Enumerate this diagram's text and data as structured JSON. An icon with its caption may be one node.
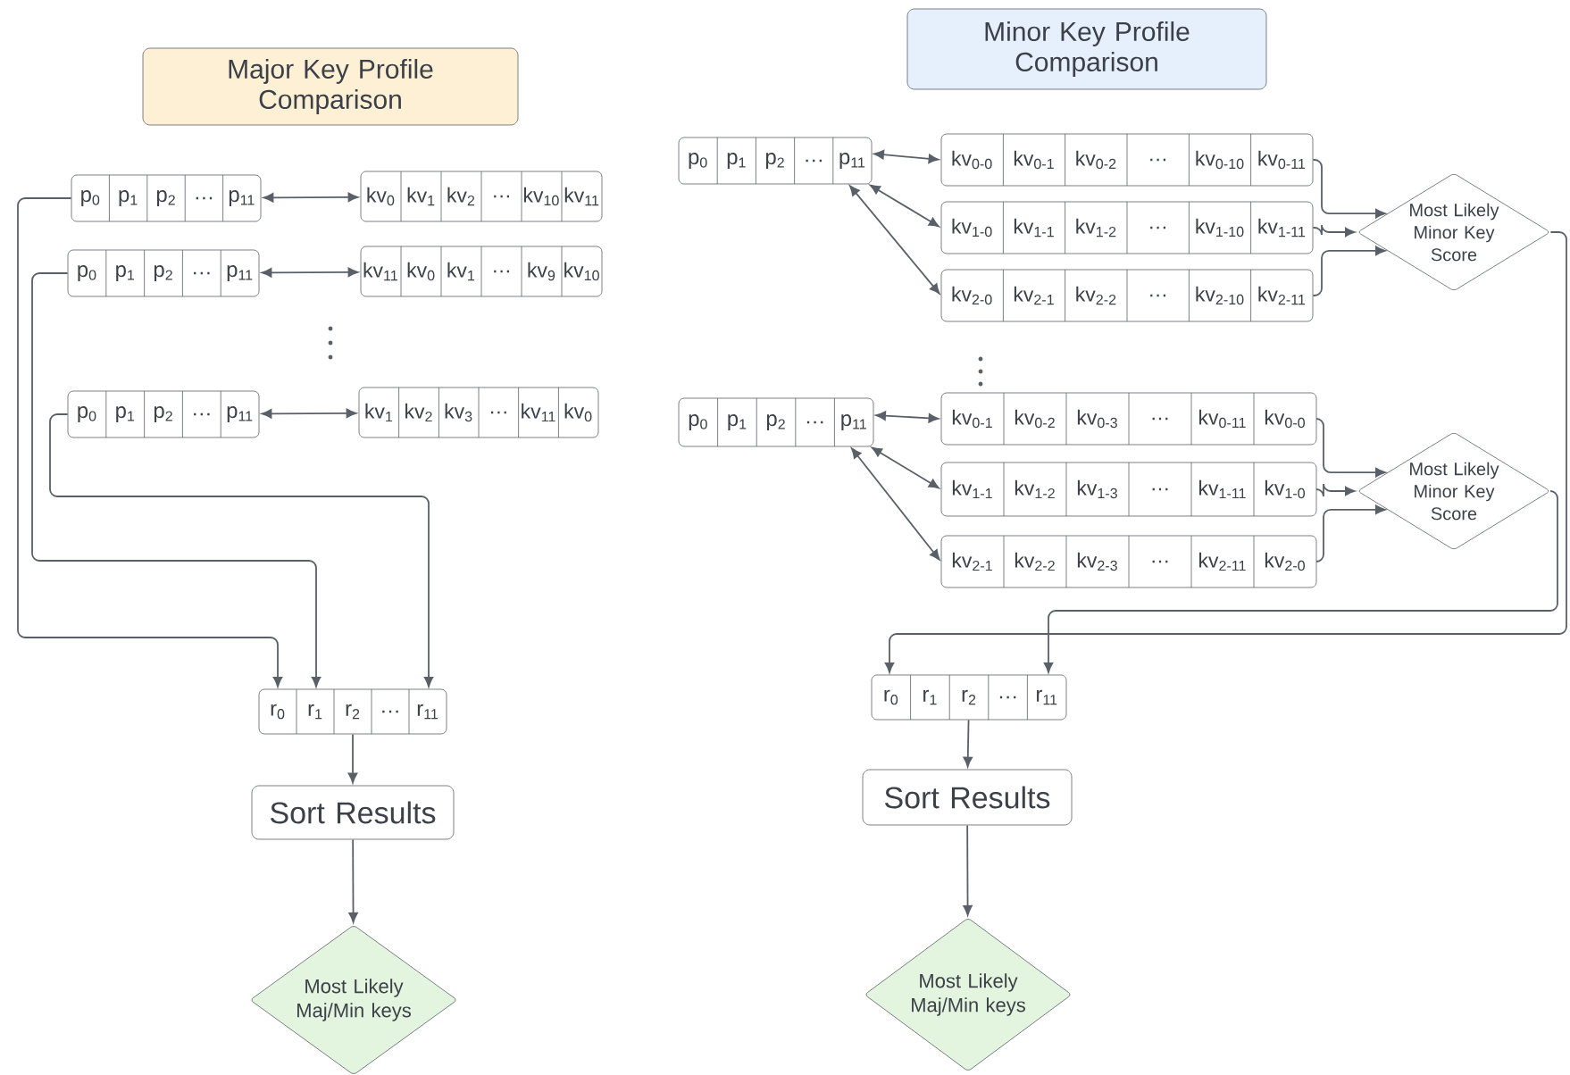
{
  "diagram": {
    "nodes": [
      {
        "text": [
          "Major Key Profile Comparison"
        ]
      },
      {
        "text": [
          "p$_{0}$",
          "p$_{1}$",
          "p$_{2}$",
          "…",
          "p$_{11}$"
        ]
      },
      {
        "text": [
          "kv$_{0}$",
          "kv$_{1}$",
          "kv$_{2}$",
          "…",
          "kv$_{10}$",
          "kv$_{11}$"
        ]
      },
      {
        "text": [
          "p$_{0}$",
          "p$_{1}$",
          "p$_{2}$",
          "…",
          "p$_{11}$"
        ]
      },
      {
        "text": [
          "kv$_{11}$",
          "kv$_{0}$",
          "kv$_{1}$",
          "…",
          "kv$_{9}$",
          "kv$_{10}$"
        ]
      },
      {
        "text": [
          "p$_{0}$",
          "p$_{1}$",
          "p$_{2}$",
          "…",
          "p$_{11}$"
        ]
      },
      {
        "text": [
          "kv$_{1}$",
          "kv$_{2}$",
          "kv$_{3}$",
          "…",
          "kv$_{11}$",
          "kv$_{0}$"
        ]
      },
      {
        "text": [
          "r$_{0}$",
          "r$_{1}$",
          "r$_{2}$",
          "…",
          "r$_{11}$"
        ]
      },
      {
        "text": [
          "Sort Results"
        ]
      },
      {
        "text": [
          "Most Likely Maj/Min keys"
        ]
      },
      {
        "text": [
          "Minor Key Profile Comparison"
        ]
      },
      {
        "text": [
          "p$_{0}$",
          "p$_{1}$",
          "p$_{2}$",
          "…",
          "p$_{11}$"
        ]
      },
      {
        "text": [
          "kv$_{0-0}$",
          "kv$_{0-1}$",
          "kv$_{0-2}$",
          "…",
          "kv$_{0-10}$",
          "kv$_{0-11}$"
        ]
      },
      {
        "text": [
          "kv$_{1-0}$",
          "kv$_{1-1}$",
          "kv$_{1-2}$",
          "…",
          "kv$_{1-10}$",
          "kv$_{1-11}$"
        ]
      },
      {
        "text": [
          "kv$_{2-0}$",
          "kv$_{2-1}$",
          "kv$_{2-2}$",
          "…",
          "kv$_{2-10}$",
          "kv$_{2-11}$"
        ]
      },
      {
        "text": [
          "Most Likely Minor Key Score"
        ]
      },
      {
        "text": [
          "p$_{0}$",
          "p$_{1}$",
          "p$_{2}$",
          "…",
          "p$_{11}$"
        ]
      },
      {
        "text": [
          "kv$_{0-1}$",
          "kv$_{0-2}$",
          "kv$_{0-3}$",
          "…",
          "kv$_{0-11}$",
          "kv$_{0-0}$"
        ]
      },
      {
        "text": [
          "kv$_{1-1}$",
          "kv$_{1-2}$",
          "kv$_{1-3}$",
          "…",
          "kv$_{1-11}$",
          "kv$_{1-0}$"
        ]
      },
      {
        "text": [
          "kv$_{2-1}$",
          "kv$_{2-2}$",
          "kv$_{2-3}$",
          "…",
          "kv$_{2-11}$",
          "kv$_{2-0}$"
        ]
      },
      {
        "text": [
          "Most Likely Minor Key Score"
        ]
      },
      {
        "text": [
          "r$_{0}$",
          "r$_{1}$",
          "r$_{2}$",
          "…",
          "r$_{11}$"
        ]
      },
      {
        "text": [
          "Sort Results"
        ]
      },
      {
        "text": [
          "Most Likely Maj/Min keys"
        ]
      }
    ],
    "edges": [
      {
        "from": 1,
        "to": 2,
        "arrow": "both"
      },
      {
        "from": 3,
        "to": 4,
        "arrow": "both"
      },
      {
        "from": 5,
        "to": 6,
        "arrow": "both"
      },
      {
        "from": 1,
        "to": 7,
        "arrow": "to"
      },
      {
        "from": 3,
        "to": 7,
        "arrow": "to"
      },
      {
        "from": 5,
        "to": 7,
        "arrow": "to"
      },
      {
        "from": 7,
        "to": 8,
        "arrow": "to"
      },
      {
        "from": 8,
        "to": 9,
        "arrow": "to"
      },
      {
        "from": 11,
        "to": 12,
        "arrow": "both"
      },
      {
        "from": 11,
        "to": 13,
        "arrow": "both"
      },
      {
        "from": 11,
        "to": 14,
        "arrow": "both"
      },
      {
        "from": 12,
        "to": 15,
        "arrow": "to"
      },
      {
        "from": 13,
        "to": 15,
        "arrow": "to"
      },
      {
        "from": 14,
        "to": 15,
        "arrow": "to"
      },
      {
        "from": 16,
        "to": 17,
        "arrow": "both"
      },
      {
        "from": 16,
        "to": 18,
        "arrow": "both"
      },
      {
        "from": 16,
        "to": 19,
        "arrow": "both"
      },
      {
        "from": 17,
        "to": 20,
        "arrow": "to"
      },
      {
        "from": 18,
        "to": 20,
        "arrow": "to"
      },
      {
        "from": 19,
        "to": 20,
        "arrow": "to"
      },
      {
        "from": 15,
        "to": 21,
        "arrow": "to"
      },
      {
        "from": 20,
        "to": 21,
        "arrow": "to"
      },
      {
        "from": 21,
        "to": 22,
        "arrow": "to"
      },
      {
        "from": 22,
        "to": 23,
        "arrow": "to"
      }
    ]
  }
}
